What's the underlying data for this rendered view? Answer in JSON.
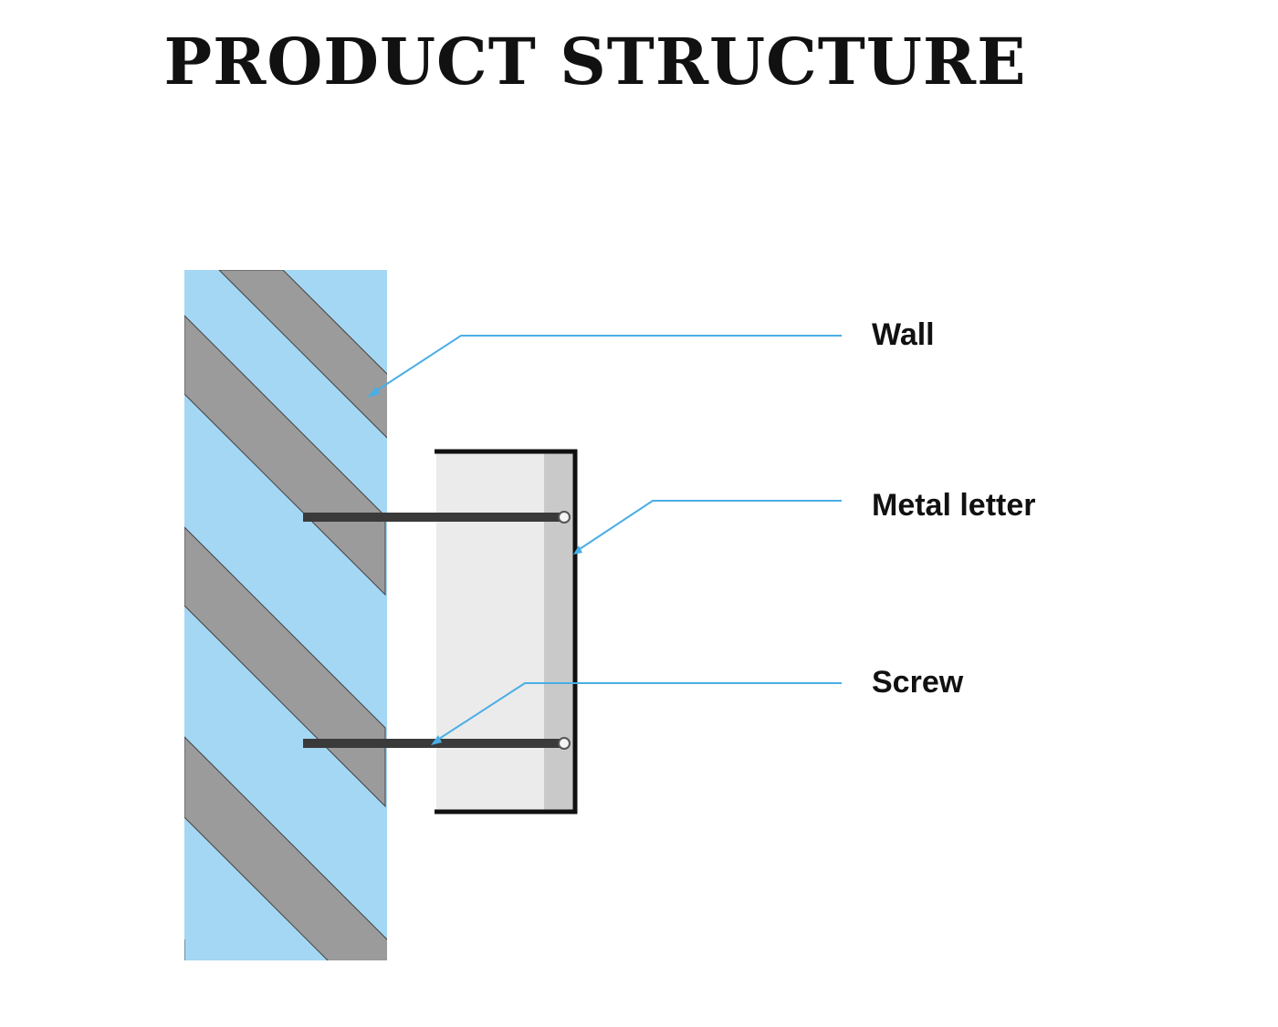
{
  "title": "PRODUCT STRUCTURE",
  "labels": {
    "wall": "Wall",
    "metal_letter": "Metal letter",
    "screw": "Screw"
  },
  "colors": {
    "wall_fill": "#a4d7f3",
    "wall_stripe": "#9b9b9b",
    "letter_body": "#ebebeb",
    "letter_edge": "#c9c9c9",
    "frame": "#111111",
    "screw": "#3a3a3a",
    "leader_line": "#4aaee6",
    "label_text": "#111111"
  }
}
